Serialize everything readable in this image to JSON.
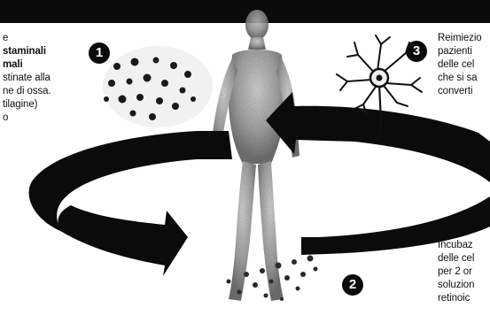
{
  "left_caption": {
    "line1": "e",
    "line2": "staminali",
    "line3": "mali",
    "line4": "stinate alla",
    "line5": "ne di ossa.",
    "line6": "tilagine)",
    "line7": "o"
  },
  "right_top_caption": {
    "line1": "Reimiezio",
    "line2": "pazienti",
    "line3": "delle cel",
    "line4": "che si sa",
    "line5": "converti"
  },
  "right_bottom_caption": {
    "line1": "Incubaz",
    "line2": "delle cel",
    "line3": "per 2 or",
    "line4": "soluzion",
    "line5": "retinoic"
  },
  "steps": {
    "one": "1",
    "two": "2",
    "three": "3"
  },
  "colors": {
    "header_bar": "#0a0a0a",
    "arrows": "#0b0b0b",
    "cells": "#1a1a1a"
  },
  "icons": [
    "human-figure",
    "stem-cell-cluster",
    "neuron",
    "cycle-arrow"
  ]
}
